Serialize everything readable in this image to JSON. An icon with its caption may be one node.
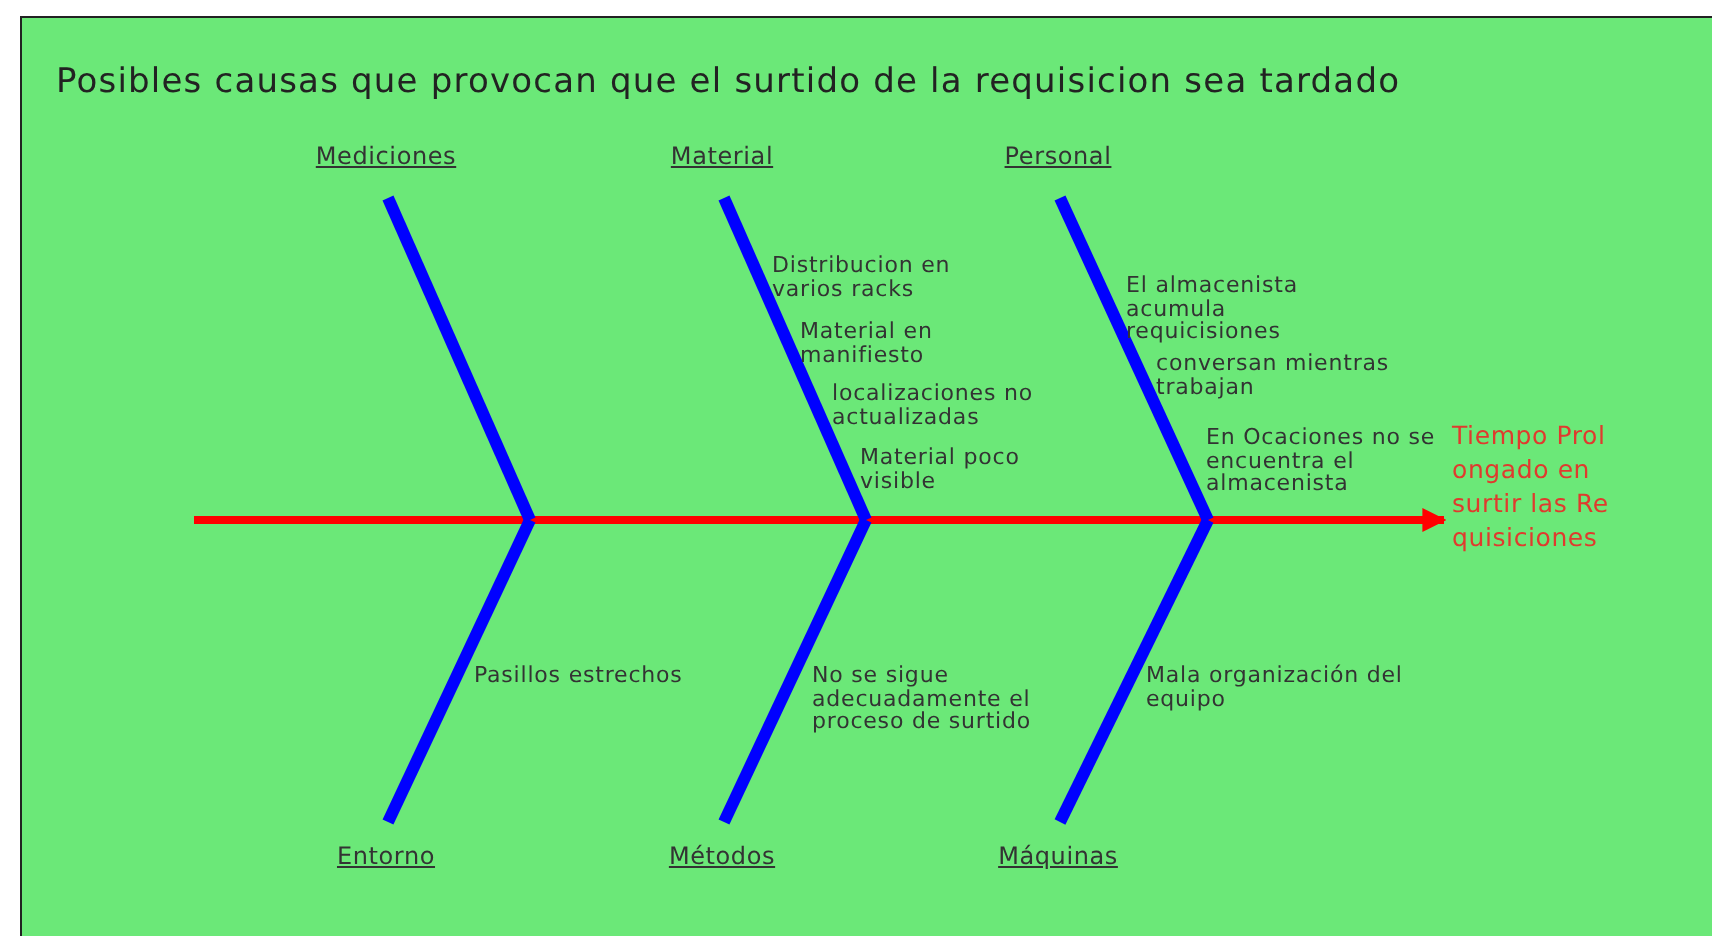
{
  "diagram": {
    "title": "Posibles causas que provocan que el surtido de la requisicion sea tardado",
    "nodes": [
      {
        "text": [
          "Mediciones"
        ]
      },
      {
        "text": [
          "Material"
        ]
      },
      {
        "text": [
          "Personal"
        ]
      },
      {
        "text": [
          "Entorno"
        ]
      },
      {
        "text": [
          "Métodos"
        ]
      },
      {
        "text": [
          "Máquinas"
        ]
      },
      {
        "text": [
          "Tiempo Prolongado en surtir las Requisiciones"
        ]
      }
    ],
    "edges": [
      {
        "from": null,
        "to": 6,
        "arrow": "to",
        "color": "#ff0000"
      },
      {
        "from": 0,
        "to": null,
        "arrow": "none"
      },
      {
        "from": 1,
        "to": null,
        "arrow": "none"
      },
      {
        "from": 2,
        "to": null,
        "arrow": "none"
      },
      {
        "from": 3,
        "to": null,
        "arrow": "none"
      },
      {
        "from": 4,
        "to": null,
        "arrow": "none"
      },
      {
        "from": 5,
        "to": null,
        "arrow": "none"
      }
    ],
    "labels": [
      "Distribucion en varios racks",
      "Material en manifiesto",
      "localizaciones no actualizadas",
      "Material poco visible",
      "El almacenista acumula requicisiones",
      "conversan mientras trabajan",
      "En Ocaciones no se encuentra el almacenista",
      "Pasillos estrechos",
      "No se sigue adecuadamente el proceso de surtido",
      "Mala organización del equipo"
    ]
  }
}
